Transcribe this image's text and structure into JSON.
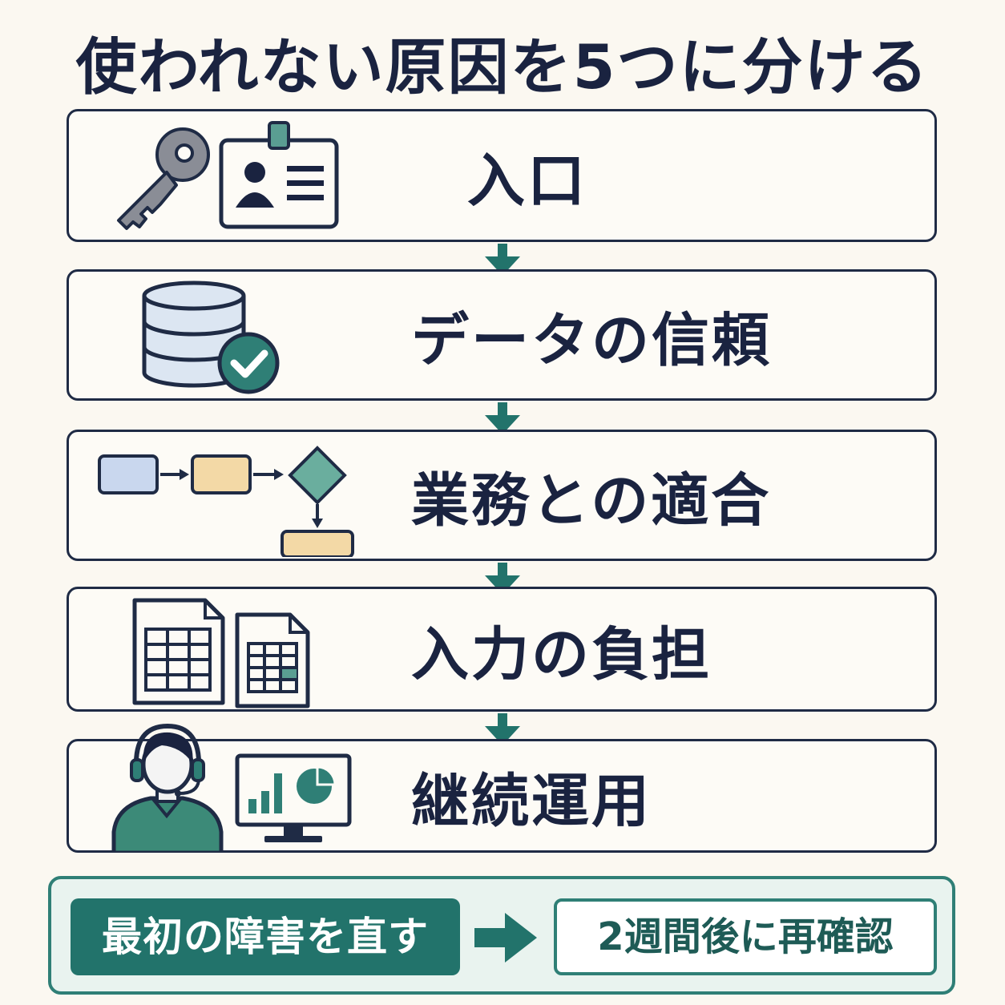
{
  "title": "使われない原因を5つに分ける",
  "steps": [
    {
      "label": "入口",
      "icons": [
        "key-icon",
        "id-badge-icon"
      ]
    },
    {
      "label": "データの信頼",
      "icons": [
        "database-check-icon"
      ]
    },
    {
      "label": "業務との適合",
      "icons": [
        "flowchart-icon"
      ]
    },
    {
      "label": "入力の負担",
      "icons": [
        "spreadsheet-icon",
        "spreadsheet-icon"
      ]
    },
    {
      "label": "継続運用",
      "icons": [
        "support-person-icon",
        "monitor-chart-icon"
      ]
    }
  ],
  "footer": {
    "left_label": "最初の障害を直す",
    "right_label": "2週間後に再確認"
  },
  "colors": {
    "teal": "#22736b",
    "navy": "#1a2340",
    "background": "#fbf8f1"
  }
}
